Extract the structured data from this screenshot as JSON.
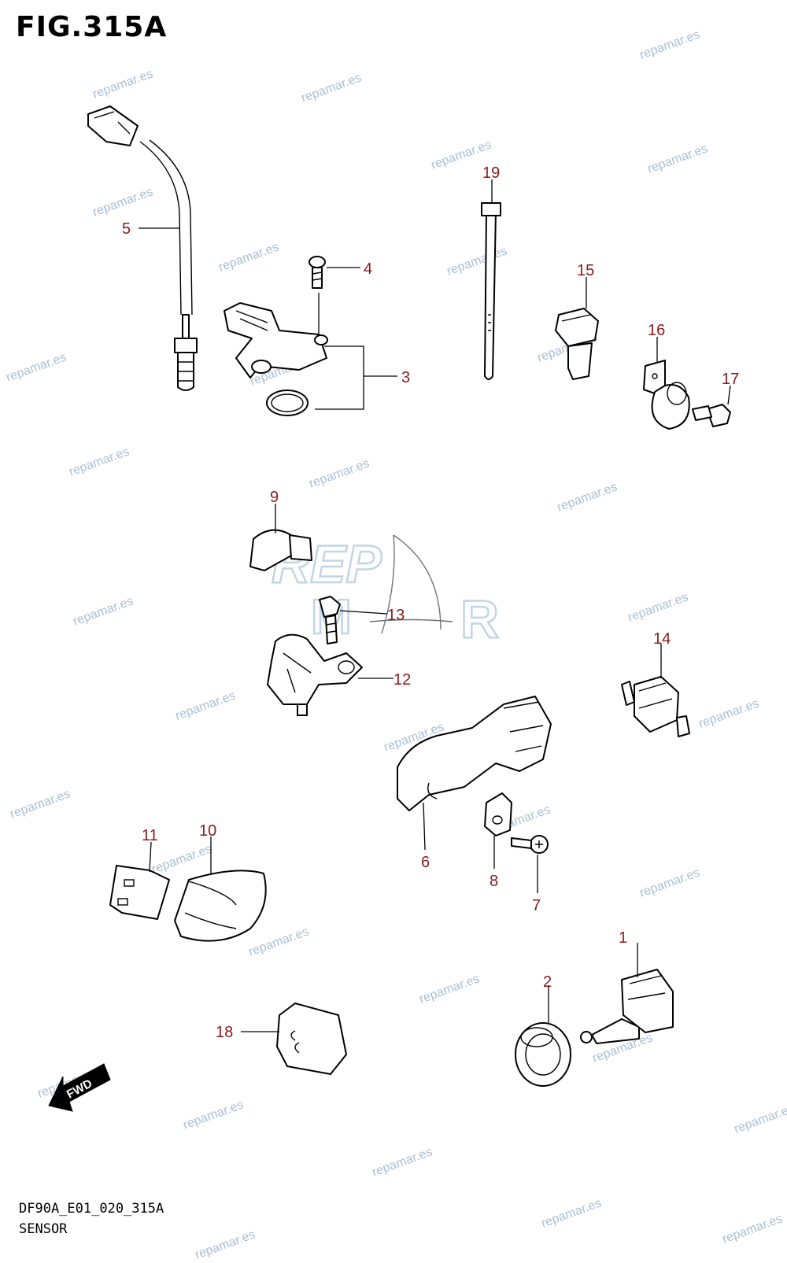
{
  "title": "FIG.315A",
  "footer": {
    "code": "DF90A_E01_020_315A",
    "name": "SENSOR"
  },
  "fwd_label": "FWD",
  "watermark": "repamar.es",
  "logo_text": [
    "REP",
    "M",
    "R"
  ],
  "callouts": [
    "1",
    "2",
    "3",
    "4",
    "5",
    "6",
    "7",
    "8",
    "9",
    "10",
    "11",
    "12",
    "13",
    "14",
    "15",
    "16",
    "17",
    "18",
    "19"
  ],
  "colors": {
    "callout": "#8b1a1a",
    "watermark": "#a9bfd4",
    "line": "#000000"
  }
}
